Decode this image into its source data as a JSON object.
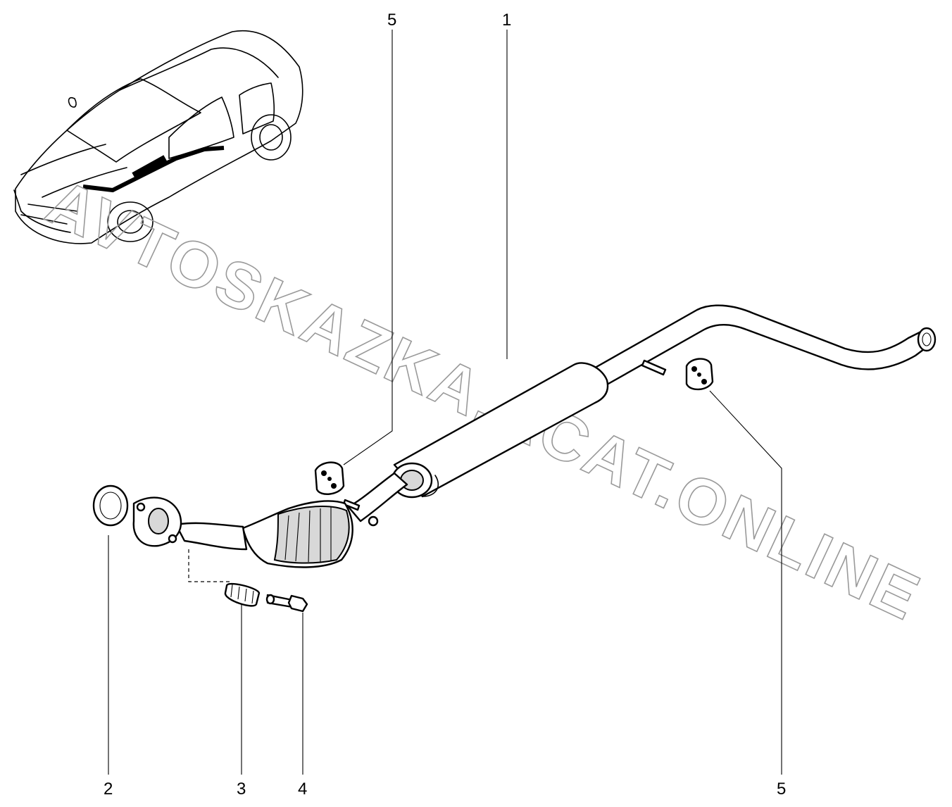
{
  "diagram": {
    "callouts": [
      {
        "id": "c1",
        "label": "1"
      },
      {
        "id": "c2",
        "label": "2"
      },
      {
        "id": "c3",
        "label": "3"
      },
      {
        "id": "c4",
        "label": "4"
      },
      {
        "id": "c5a",
        "label": "5"
      },
      {
        "id": "c5b",
        "label": "5"
      }
    ],
    "watermark": "AVTOSKAZKA.ACAT.ONLINE"
  }
}
